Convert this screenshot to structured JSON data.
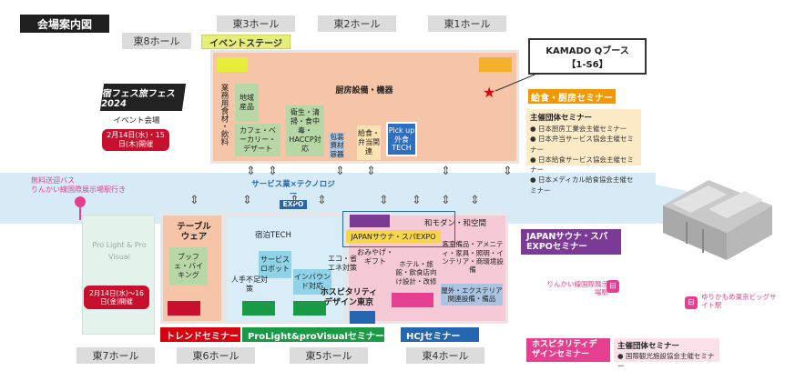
{
  "title": "会場案内図",
  "halls": {
    "e8": "東8ホール",
    "e3": "東3ホール",
    "e2": "東2ホール",
    "e1": "東1ホール",
    "e7": "東7ホール",
    "e6": "東6ホール",
    "e5": "東5ホール",
    "e4": "東4ホール"
  },
  "top_hall": {
    "event_stage": "イベントステージ",
    "main_zone": "厨房設備・機器",
    "zones": {
      "food": "業務用食材・飲料",
      "local": "地域産品",
      "cafe": "カフェ・ベーカリー・デザート",
      "hygiene": "衛生・清掃・食中毒・HACCP対応",
      "packaging": "包装資材容器",
      "bento": "給食・弁当関連",
      "pickup_title": "Pick up",
      "pickup_body": "外食TECH"
    },
    "kamado_callout": "KAMADO Qブース【1-S6】"
  },
  "kyushoku_seminar": {
    "title": "給食・厨房セミナー",
    "sponsors_title": "主催団体セミナー",
    "sponsors": [
      "日本厨房工業会主催セミナー",
      "日本弁当サービス協会主催セミナー",
      "日本給食サービス協会主催セミナー",
      "日本メディカル給食協会主催セミナー"
    ]
  },
  "event_logo": {
    "logo_text": "宿フェス旅フェス2024",
    "venue": "イベント会場",
    "dates": "2月14日(水)・15日(木)開催"
  },
  "bus": {
    "line1": "無料送迎バス",
    "line2": "りんかい線国際展示場駅行き"
  },
  "service_tech": {
    "line1": "サービス業×テクノロジー",
    "line2": "EXPO"
  },
  "bottom_hall": {
    "tableware": "テーブルウェア",
    "buffet": "ブッフェ・バイキング",
    "shukuhaku_tech": "宿泊TECH",
    "robot": "サービスロボット",
    "staff": "人手不足対策",
    "inbound": "インバウンド対応",
    "hospitality": "ホスピタリティデザイン東京",
    "eco": "エコ・省エネ対策",
    "omiyage": "おみやげ・ギフト",
    "sauna": "JAPANサウナ・スパEXPO",
    "wamodern": "和モダン・和空間",
    "guestroom": "客室備品・アメニティ・家具・照明・インテリア・商環境設備",
    "hotel_renov": "ホテル・旅館・飲食店向け設計・改修",
    "outdoor": "屋外・エクステリア関連設備・備品"
  },
  "seminars": {
    "trend": "トレンドセミナー",
    "prolight": "ProLight&proVisualセミナー",
    "hcj": "HCJセミナー",
    "sauna": "JAPANサウナ・スパEXPOセミナー",
    "hospitality": "ホスピタリティデザインセミナー",
    "hosp_sponsor_title": "主催団体セミナー",
    "hosp_sponsor": "国際観光施設協会主催セミナー"
  },
  "hall7_event": {
    "logo_text": "Pro Light & Pro Visual",
    "dates": "2月14日(水)〜16日(金)開催"
  },
  "stations": {
    "rinkai": "りんかい線国際展示場駅",
    "yurikamome": "ゆりかもめ東京ビッグサイト駅"
  },
  "colors": {
    "top_hall": "#f6c4a6",
    "bottom_pink": "#f5c9d6",
    "walkway": "#d7ebf7",
    "orange": "#f39800",
    "green": "#1a9a44",
    "red": "#d7000f",
    "blue": "#2466b0",
    "purple": "#7b3a96",
    "pink": "#e4408f"
  }
}
